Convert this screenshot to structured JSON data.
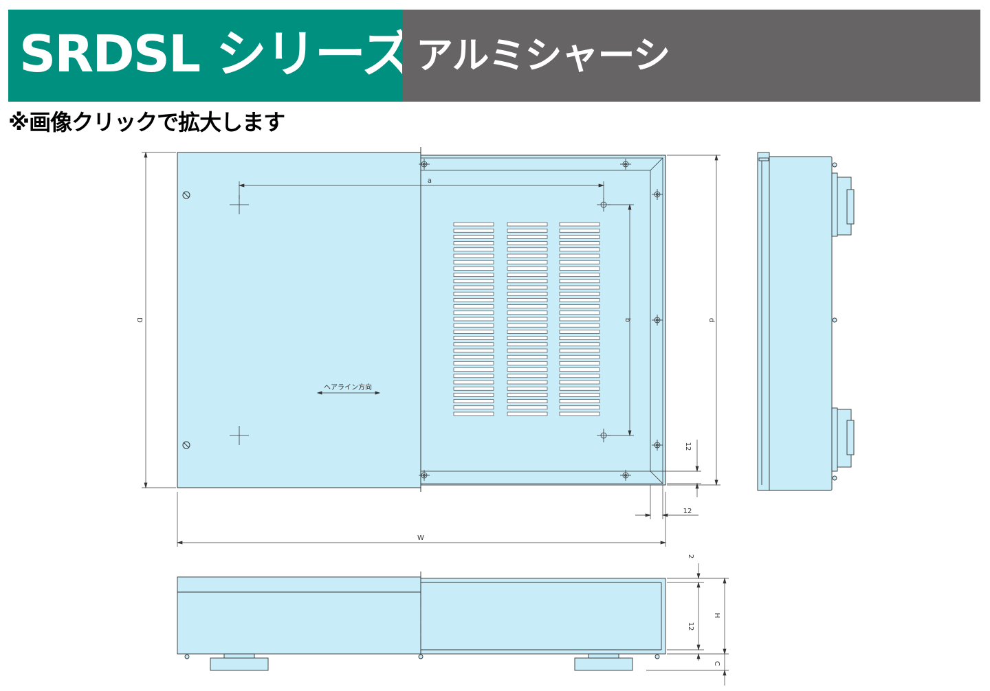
{
  "header": {
    "series_title": "SRDSL シリーズ",
    "product_title": "アルミシャーシ"
  },
  "note": "※画像クリックで拡大します",
  "drawing": {
    "dim_a": "a",
    "dim_b": "b",
    "dim_D": "D",
    "dim_d": "d",
    "dim_W": "W",
    "dim_H": "H",
    "dim_C": "C",
    "dim_12_side": "12",
    "dim_12_bottom": "12",
    "dim_12_front": "12",
    "dim_2_front": "2",
    "hairline_label": "ヘアライン方向"
  },
  "colors": {
    "banner_green": "#009080",
    "banner_gray": "#666465",
    "panel_fill": "#c8ecf8",
    "line": "#333333"
  }
}
